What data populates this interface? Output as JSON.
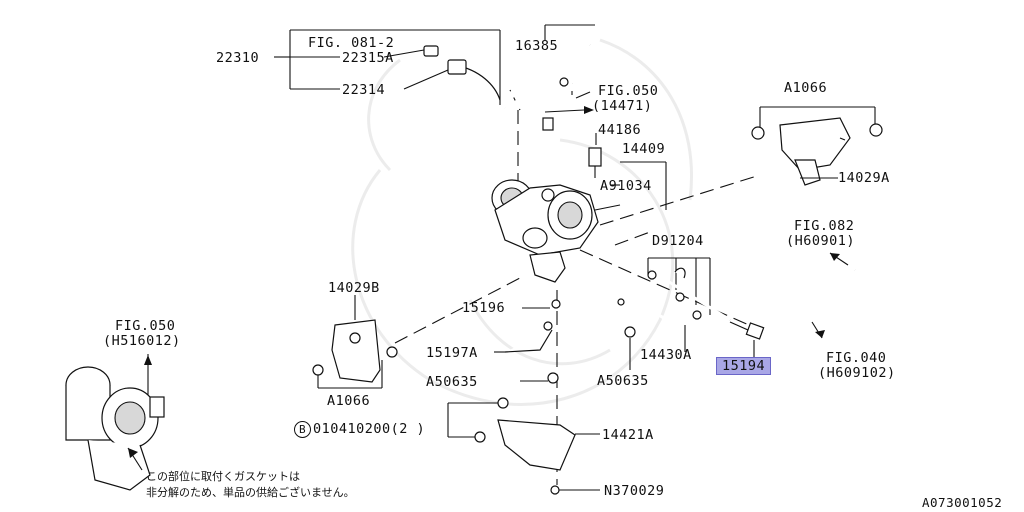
{
  "labels": {
    "p22310": "22310",
    "fig081": "FIG. 081-2",
    "p22315a": "22315A",
    "p22314": "22314",
    "p16385": "16385",
    "fig050a": "FIG.050",
    "fig050a_ref": "(14471)",
    "p44186": "44186",
    "p14409": "14409",
    "pA91034": "A91034",
    "pA1066a": "A1066",
    "p14029a": "14029A",
    "pD91204": "D91204",
    "fig082": "FIG.082",
    "fig082_ref": "(H60901)",
    "p14029b": "14029B",
    "p15196": "15196",
    "fig050b": "FIG.050",
    "fig050b_ref": "(H516012)",
    "p15197a": "15197A",
    "p14430a": "14430A",
    "p15194": "15194",
    "fig040": "FIG.040",
    "fig040_ref": "(H609102)",
    "pA50635a": "A50635",
    "pA50635b": "A50635",
    "pA1066b": "A1066",
    "bolt_marker": "B",
    "bolt_ref": "010410200(2 )",
    "p14421a": "14421A",
    "pN370029": "N370029",
    "note_line1": "この部位に取付くガスケットは",
    "note_line2": "非分解のため、単品の供給ございません。",
    "diagram_id": "A073001052"
  },
  "colors": {
    "highlight": "#a9a7e6",
    "ink": "#111111"
  }
}
